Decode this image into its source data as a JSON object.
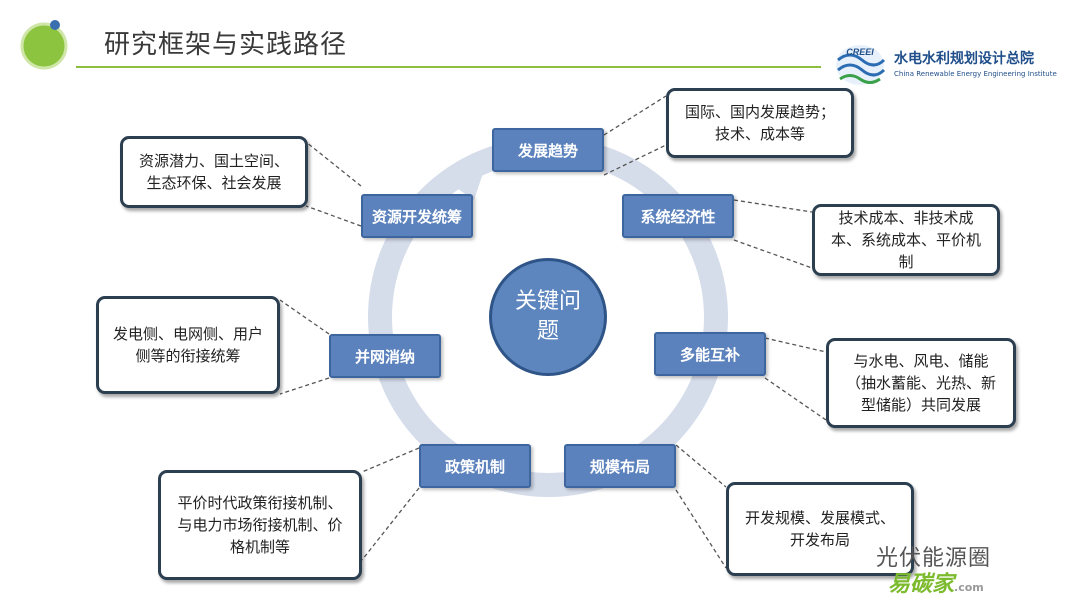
{
  "header": {
    "title": "研究框架与实践路径",
    "logo_badge": "CREEI",
    "logo_cn": "水电水利规划设计总院",
    "logo_en": "China Renewable Energy Engineering Institute"
  },
  "hub": {
    "label": "关键问题"
  },
  "nodes": [
    {
      "label": "发展趋势"
    },
    {
      "label": "系统经济性"
    },
    {
      "label": "多能互补"
    },
    {
      "label": "规模布局"
    },
    {
      "label": "政策机制"
    },
    {
      "label": "并网消纳"
    },
    {
      "label": "资源开发统筹"
    }
  ],
  "notes": [
    {
      "text": "国际、国内发展趋势；技术、成本等"
    },
    {
      "text": "技术成本、非技术成本、系统成本、平价机制"
    },
    {
      "text": "与水电、风电、储能（抽水蓄能、光热、新型储能）共同发展"
    },
    {
      "text": "开发规模、发展模式、开发布局"
    },
    {
      "text": "平价时代政策衔接机制、与电力市场衔接机制、价格机制等"
    },
    {
      "text": "发电侧、电网侧、用户侧等的衔接统筹"
    },
    {
      "text": "资源潜力、国土空间、生态环保、社会发展"
    }
  ],
  "watermark": {
    "line1": "光伏能源圈",
    "line2": "易碳家",
    "site": ".com"
  },
  "colors": {
    "node_fill": "#5b82bd",
    "hub_fill": "#5d86bf",
    "ring": "#d5dcea",
    "accent_green": "#8bbf3d",
    "note_border": "#2b3f50"
  }
}
